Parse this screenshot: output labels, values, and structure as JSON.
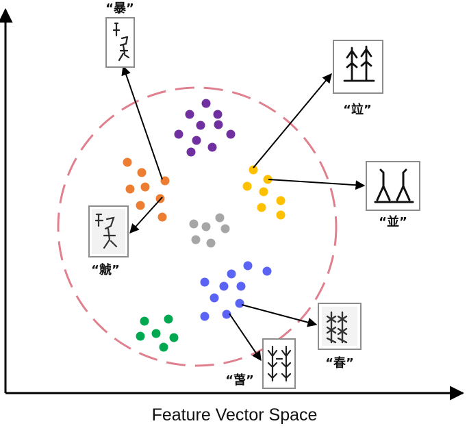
{
  "caption": "Feature Vector Space",
  "colors": {
    "boundary": "#E0808E",
    "purple": "#7030A0",
    "orange": "#ED7D31",
    "gray": "#A6A6A6",
    "yellow": "#FFC000",
    "blue": "#5B63F5",
    "green": "#00A850",
    "axis": "#000000",
    "card_border": "#8C8C8C"
  },
  "labels": {
    "bao": "“暴”",
    "hu": "“虩”",
    "li": "“竝”",
    "bing": "“並”",
    "chun": "“春”",
    "chun2": "“萅”"
  }
}
